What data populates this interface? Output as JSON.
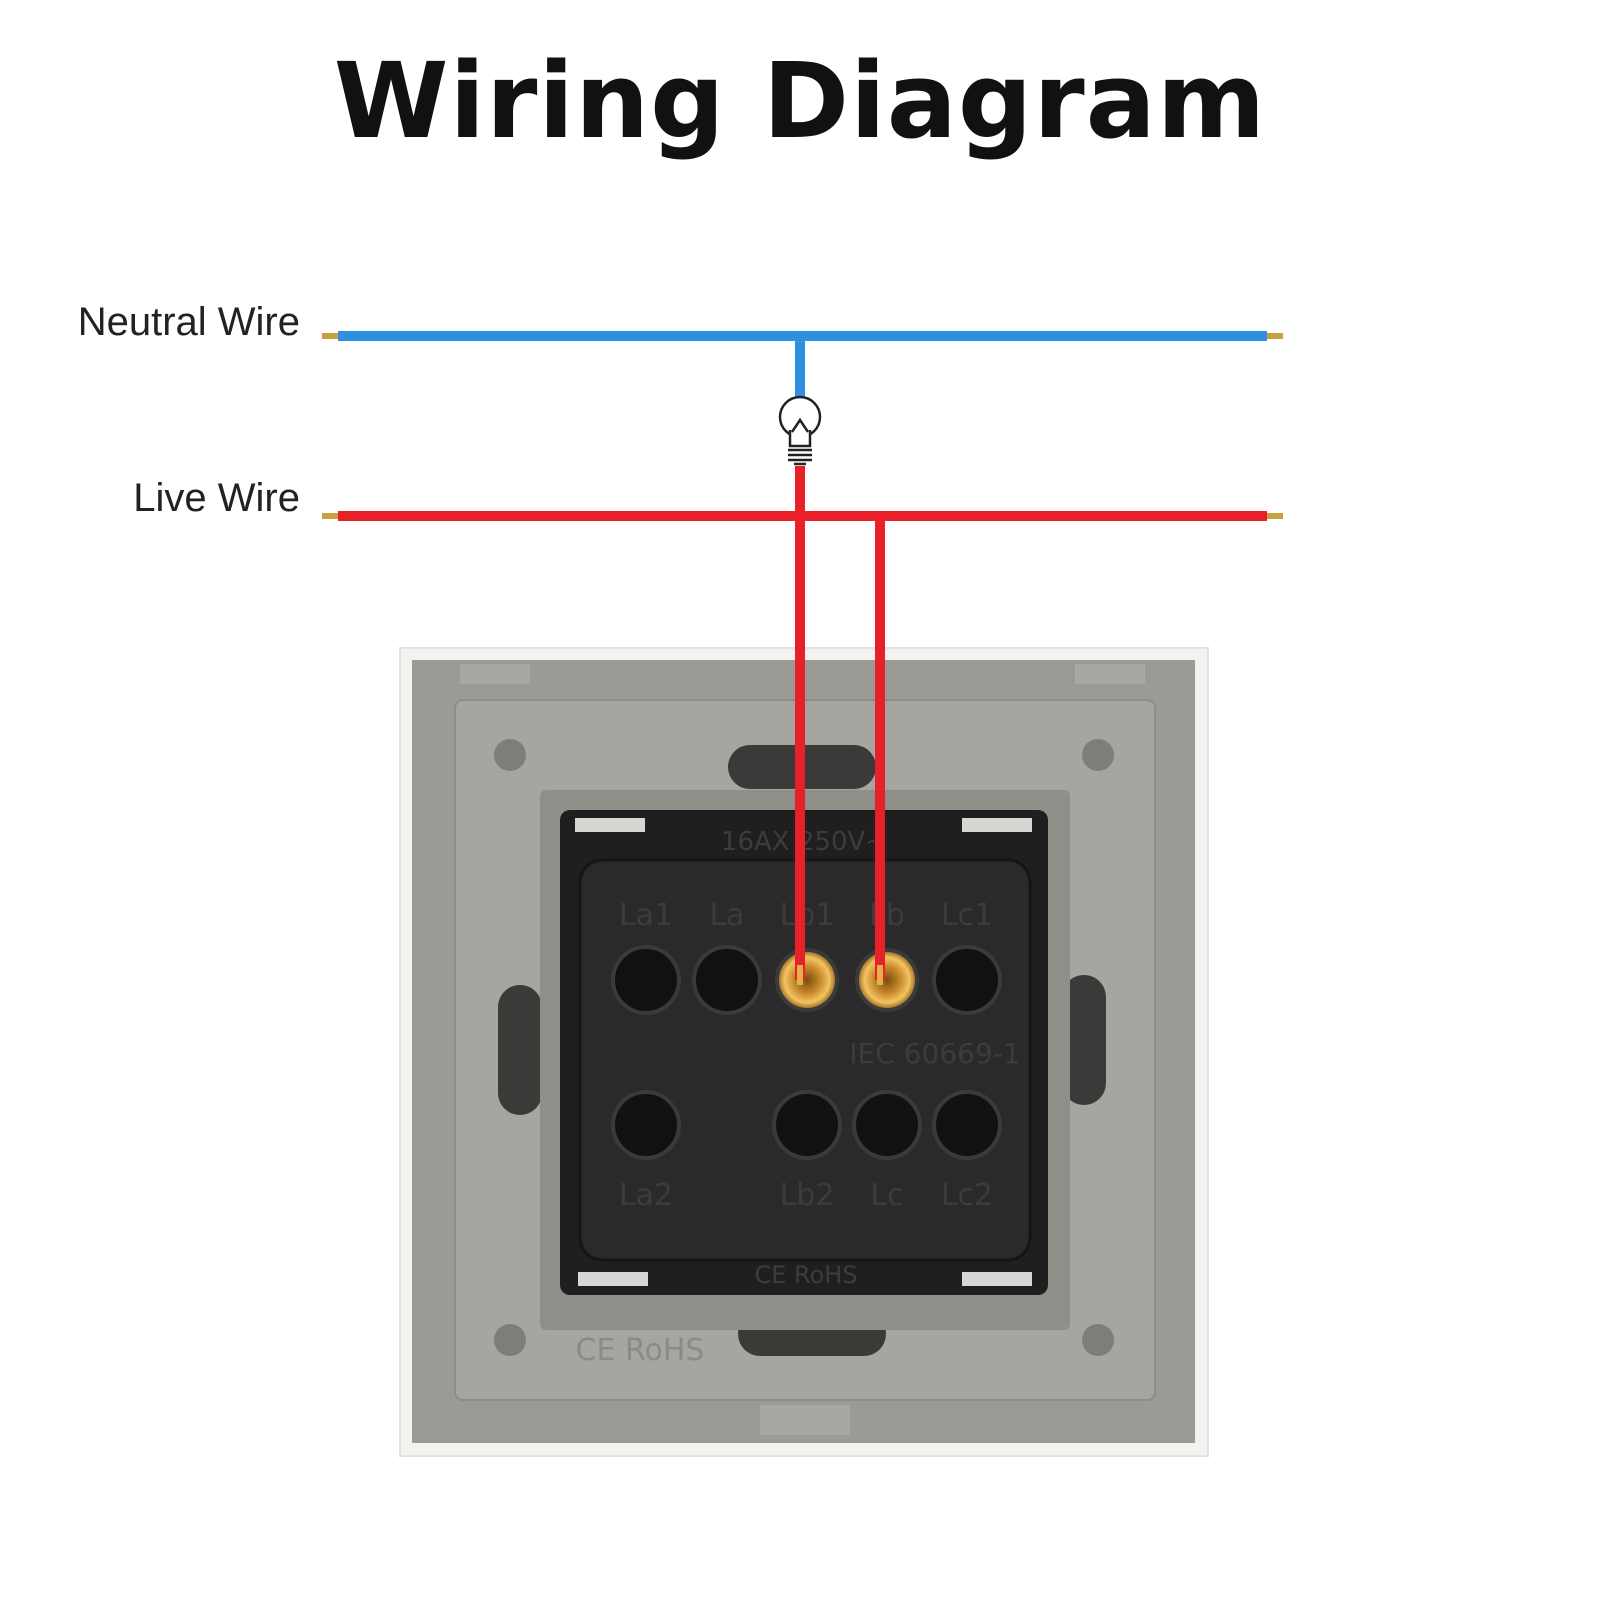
{
  "title": "Wiring Diagram",
  "wires": {
    "neutral": {
      "label": "Neutral Wire",
      "color": "#2f8fe0"
    },
    "live": {
      "label": "Live Wire",
      "color": "#e8202a"
    }
  },
  "switch": {
    "rating": "16AX 250V~",
    "standard": "IEC 60669-1",
    "inner_marks": "CE RoHS",
    "outer_marks": "CE RoHS",
    "terminals_top": [
      "La1",
      "La",
      "Lb1",
      "Lb",
      "Lc1"
    ],
    "terminals_bottom": [
      "La2",
      "Lb2",
      "Lc",
      "Lc2"
    ]
  },
  "colors": {
    "plate": "#9b9b96",
    "module": "#1f1f1f",
    "brass": "#d9a441"
  }
}
